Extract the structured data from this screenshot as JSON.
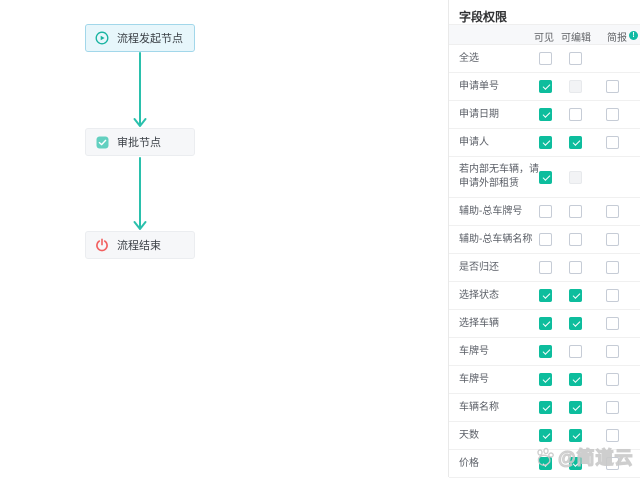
{
  "workflow": {
    "nodes": [
      {
        "label": "流程发起节点",
        "icon": "play-circle-icon",
        "type": "start"
      },
      {
        "label": "审批节点",
        "icon": "approval-icon",
        "type": "approval"
      },
      {
        "label": "流程结束",
        "icon": "power-icon",
        "type": "end"
      }
    ]
  },
  "panel": {
    "title": "字段权限",
    "columns": [
      "可见",
      "可编辑",
      "简报"
    ],
    "info_icon": "info-circle-icon",
    "rows": [
      {
        "label": "全选",
        "visible": "unchecked",
        "editable": "unchecked",
        "brief": "none"
      },
      {
        "label": "申请单号",
        "visible": "checked",
        "editable": "disabled",
        "brief": "unchecked"
      },
      {
        "label": "申请日期",
        "visible": "checked",
        "editable": "unchecked",
        "brief": "unchecked"
      },
      {
        "label": "申请人",
        "visible": "checked",
        "editable": "checked",
        "brief": "unchecked"
      },
      {
        "label": "若内部无车辆，请申请外部租赁",
        "visible": "checked",
        "editable": "disabled",
        "brief": "none"
      },
      {
        "label": "辅助-总车牌号",
        "visible": "unchecked",
        "editable": "unchecked",
        "brief": "unchecked"
      },
      {
        "label": "辅助-总车辆名称",
        "visible": "unchecked",
        "editable": "unchecked",
        "brief": "unchecked"
      },
      {
        "label": "是否归还",
        "visible": "unchecked",
        "editable": "unchecked",
        "brief": "unchecked"
      },
      {
        "label": "选择状态",
        "visible": "checked",
        "editable": "checked",
        "brief": "unchecked"
      },
      {
        "label": "选择车辆",
        "visible": "checked",
        "editable": "checked",
        "brief": "unchecked"
      },
      {
        "label": "车牌号",
        "visible": "checked",
        "editable": "unchecked",
        "brief": "unchecked"
      },
      {
        "label": "车牌号",
        "visible": "checked",
        "editable": "checked",
        "brief": "unchecked"
      },
      {
        "label": "车辆名称",
        "visible": "checked",
        "editable": "checked",
        "brief": "unchecked"
      },
      {
        "label": "天数",
        "visible": "checked",
        "editable": "checked",
        "brief": "unchecked"
      },
      {
        "label": "价格",
        "visible": "checked",
        "editable": "checked",
        "brief": "unchecked"
      }
    ]
  },
  "watermark": {
    "text": "@简道云",
    "logo": "paw-logo-icon"
  },
  "colors": {
    "accent_teal": "#0dbd9d",
    "arrow_teal": "#2ac0ac",
    "start_node_bg": "#e7f6fb",
    "start_node_border": "#a2d7ea",
    "plain_node_bg": "#f6f7f9",
    "end_icon_red": "#f25f5f",
    "disabled_checkbox_bg": "#f2f3f5",
    "watermark_gray": "#c9c9c9"
  }
}
